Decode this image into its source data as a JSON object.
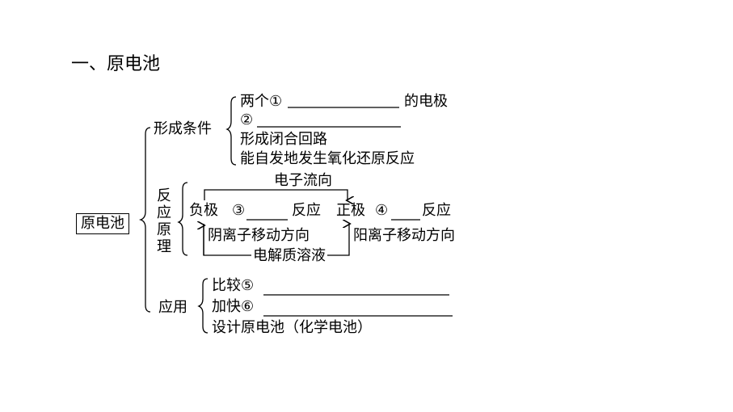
{
  "title": "一、原电池",
  "root": "原电池",
  "branches": {
    "conditions": {
      "label": "形成条件",
      "items": [
        "两个①",
        "的电极",
        "②",
        "形成闭合回路",
        "能自发地发生氧化还原反应"
      ]
    },
    "principle": {
      "label_chars": [
        "反",
        "应",
        "原",
        "理"
      ],
      "electron_flow": "电子流向",
      "negative": "负极",
      "num3": "③",
      "reaction1": "反应",
      "positive": "正极",
      "num4": "④",
      "reaction2": "反应",
      "anion": "阴离子移动方向",
      "cation": "阳离子移动方向",
      "electrolyte": "电解质溶液"
    },
    "application": {
      "label": "应用",
      "compare": "比较⑤",
      "speed": "加快⑥",
      "design": "设计原电池（化学电池）"
    }
  }
}
